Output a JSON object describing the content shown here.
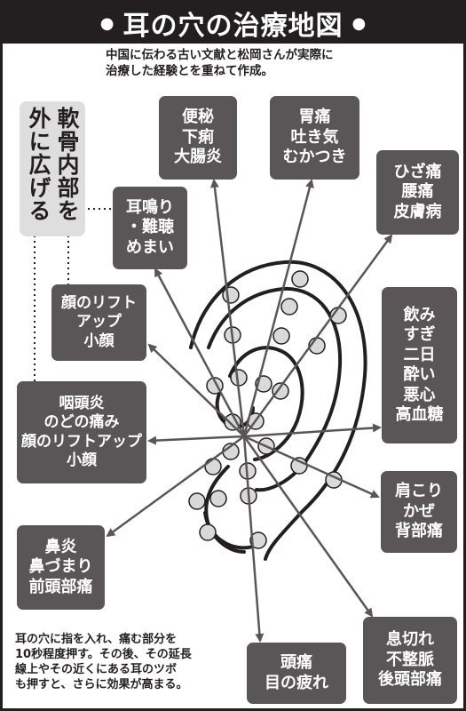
{
  "title": "耳の穴の治療地図",
  "subtitle": [
    "中国に伝わる古い文献と松岡さんが実際に",
    "治療した経験とを重ねて作成。"
  ],
  "cartilage_label": [
    "軟骨内部を",
    "外に広げる"
  ],
  "note": [
    "耳の穴に指を入れ、痛む部分を",
    "10秒程度押す。その後、その延長",
    "線上やその近くにある耳のツボ",
    "も押すと、さらに効果が高まる。"
  ],
  "boxes": {
    "constipation": [
      "便秘",
      "下痢",
      "大腸炎"
    ],
    "stomach": [
      "胃痛",
      "吐き気",
      "むかつき"
    ],
    "knee": [
      "ひざ痛",
      "腰痛",
      "皮膚病"
    ],
    "tinnitus": [
      "耳鳴り",
      "・難聴",
      "めまい"
    ],
    "face_lift": [
      "顔のリフト",
      "アップ",
      "小顔"
    ],
    "hangover": [
      "飲み",
      "すぎ",
      "二日",
      "酔い",
      "悪心",
      "高血糖"
    ],
    "throat": [
      "咽頭炎",
      "のどの痛み",
      "顔のリフトアップ",
      "小顔"
    ],
    "shoulder": [
      "肩こり",
      "かぜ",
      "背部痛"
    ],
    "nose": [
      "鼻炎",
      "鼻づまり",
      "前頭部痛"
    ],
    "headache": [
      "頭痛",
      "目の疲れ"
    ],
    "breath": [
      "息切れ",
      "不整脈",
      "後頭部痛"
    ]
  },
  "colors": {
    "box_bg": "#5a5657",
    "ink": "#231f20",
    "cartilage_bg": "#dedede"
  }
}
